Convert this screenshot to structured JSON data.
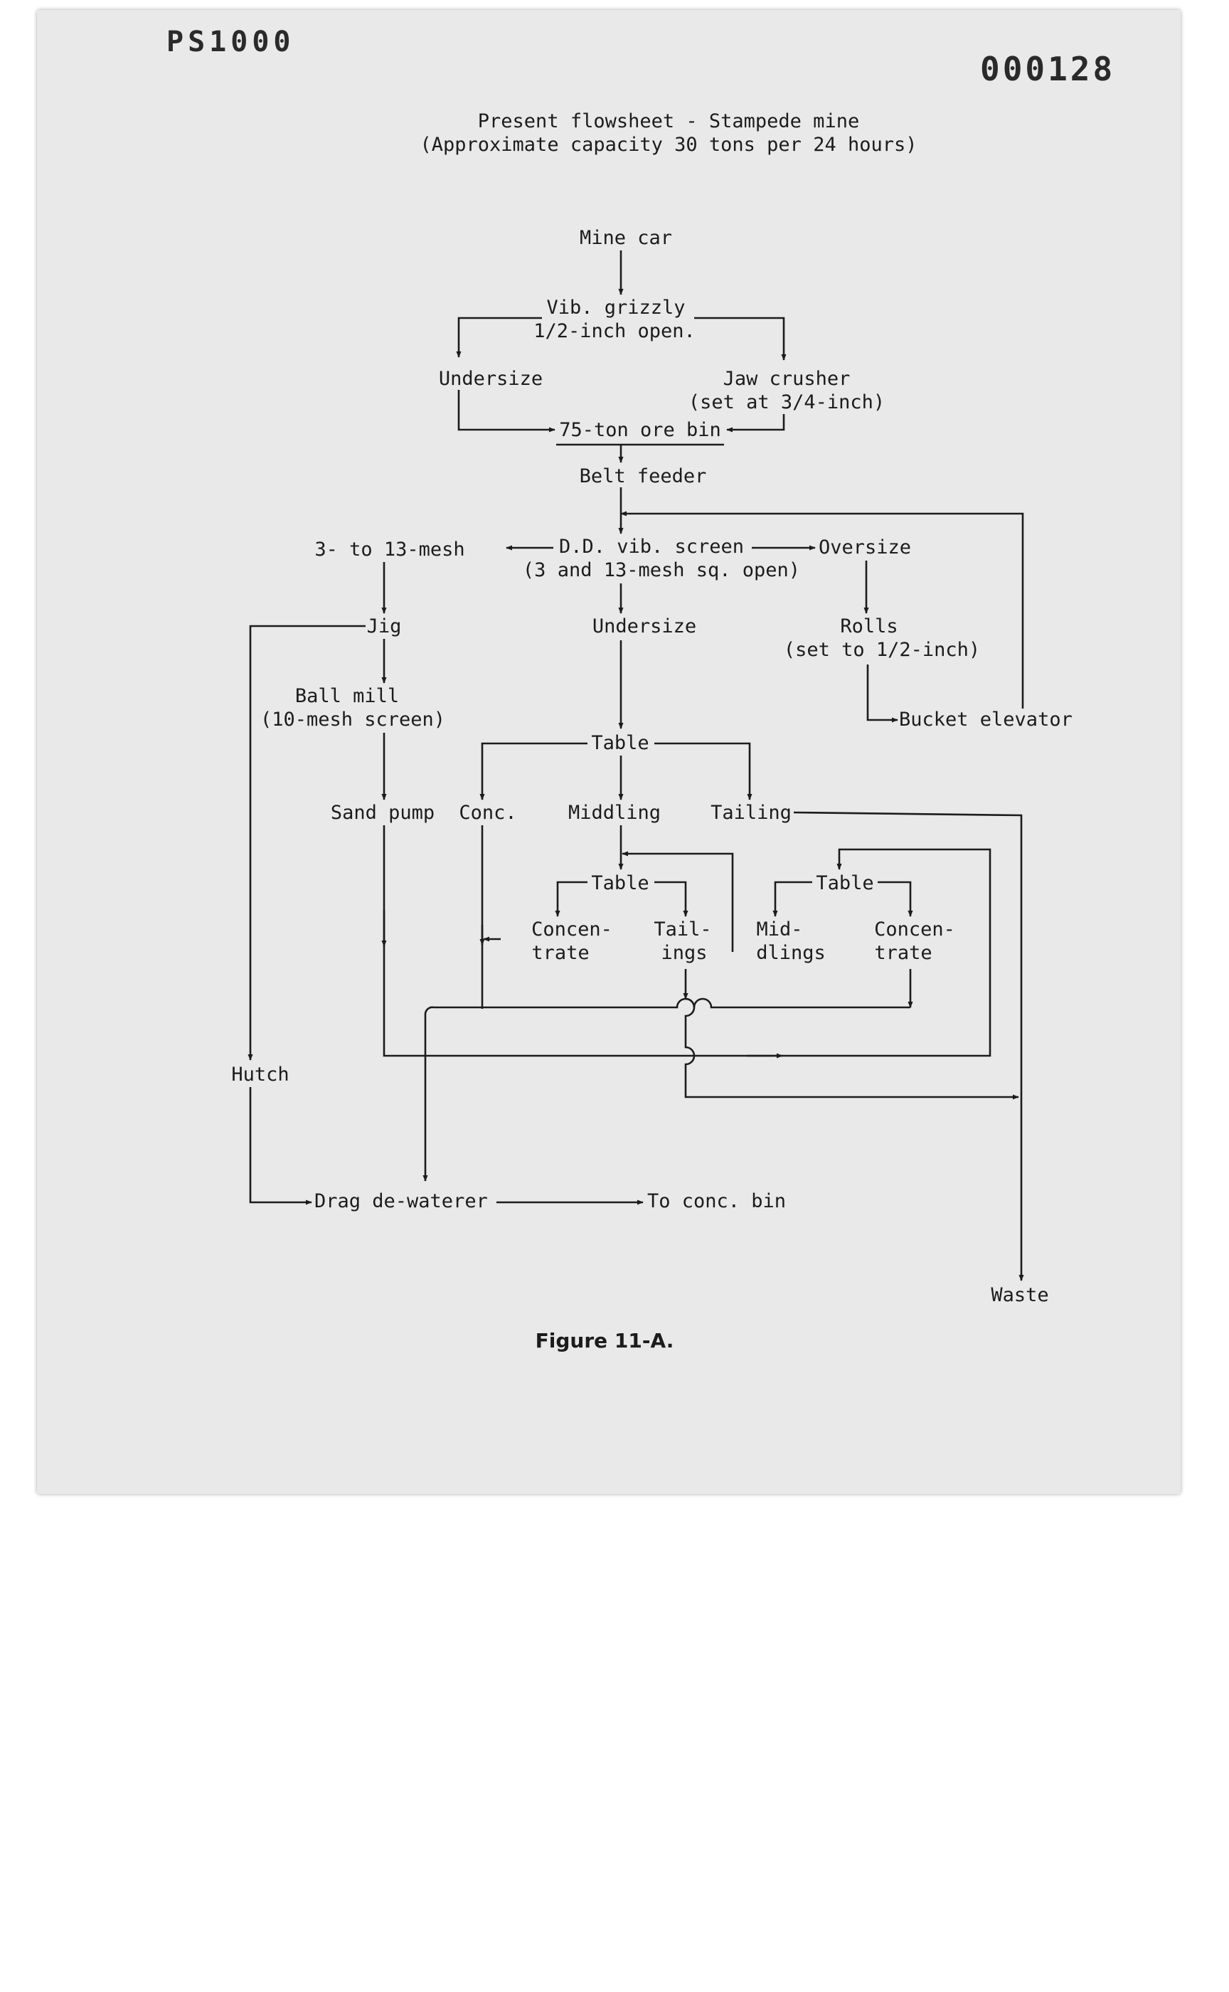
{
  "stamps": {
    "left": "PS1000",
    "right": "000128"
  },
  "title": {
    "line1": "Present flowsheet - Stampede mine",
    "line2": "(Approximate capacity 30 tons per 24 hours)"
  },
  "nodes": {
    "mine_car": "Mine car",
    "grizzly_1": "Vib. grizzly",
    "grizzly_2": "1/2-inch open.",
    "undersize_1": "Undersize",
    "jaw_1": "Jaw crusher",
    "jaw_2": "(set at 3/4-inch)",
    "ore_bin": "75-ton ore bin",
    "belt_feeder": "Belt feeder",
    "mesh_range": "3- to 13-mesh",
    "screen_1": "D.D. vib. screen",
    "screen_2": "(3 and 13-mesh sq. open)",
    "oversize": "Oversize",
    "jig": "Jig",
    "undersize_2": "Undersize",
    "rolls_1": "Rolls",
    "rolls_2": "(set to 1/2-inch)",
    "ball_mill_1": "Ball mill",
    "ball_mill_2": "(10-mesh screen)",
    "bucket_elevator": "Bucket elevator",
    "table_main": "Table",
    "sand_pump": "Sand pump",
    "conc": "Conc.",
    "middling": "Middling",
    "tailing": "Tailing",
    "table_left": "Table",
    "table_right": "Table",
    "concentrate_l1": "Concen-",
    "concentrate_l2": "trate",
    "tailings_1": "Tail-",
    "tailings_2": "ings",
    "middlings_1": "Mid-",
    "middlings_2": "dlings",
    "concentrate_r1": "Concen-",
    "concentrate_r2": "trate",
    "hutch": "Hutch",
    "drag": "Drag de-waterer",
    "conc_bin": "To conc. bin",
    "waste": "Waste"
  },
  "caption": "Figure 11-A."
}
